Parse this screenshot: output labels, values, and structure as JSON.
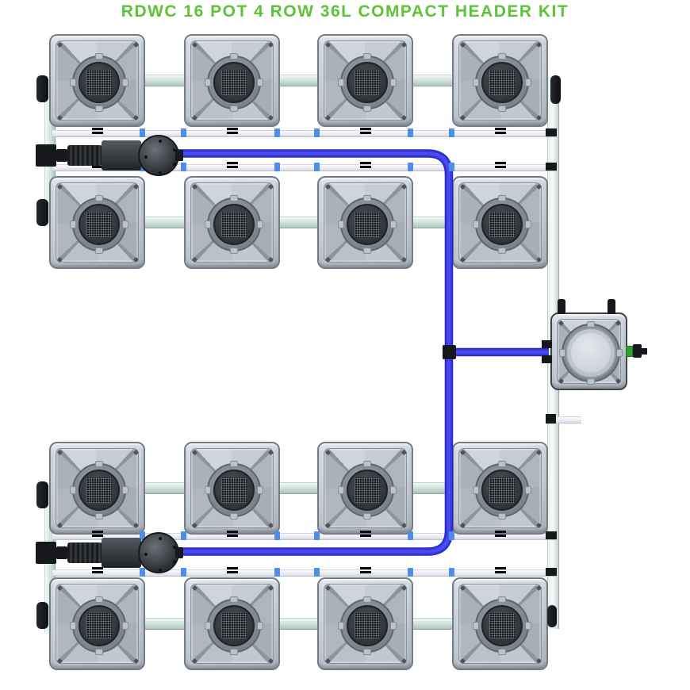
{
  "title": {
    "text": "RDWC 16 POT 4 ROW 36L COMPACT HEADER KIT",
    "color": "#5BC439"
  },
  "layout": {
    "rows": 4,
    "pots_per_row": 4,
    "total_pots": 16
  },
  "colors": {
    "background": "#FFFFFF",
    "title_green": "#5BC439",
    "tube_blue": "#3737E2",
    "tube_blue_dark": "#2525C8",
    "tube_blue_light": "#4D4DEF",
    "pipe_mint": "#CFE3DC",
    "pipe_white": "#ECECF4",
    "connector_blue": "#4E8EE8",
    "fitting_black": "#17181B",
    "tank_outlet_green": "#2EA22E"
  }
}
